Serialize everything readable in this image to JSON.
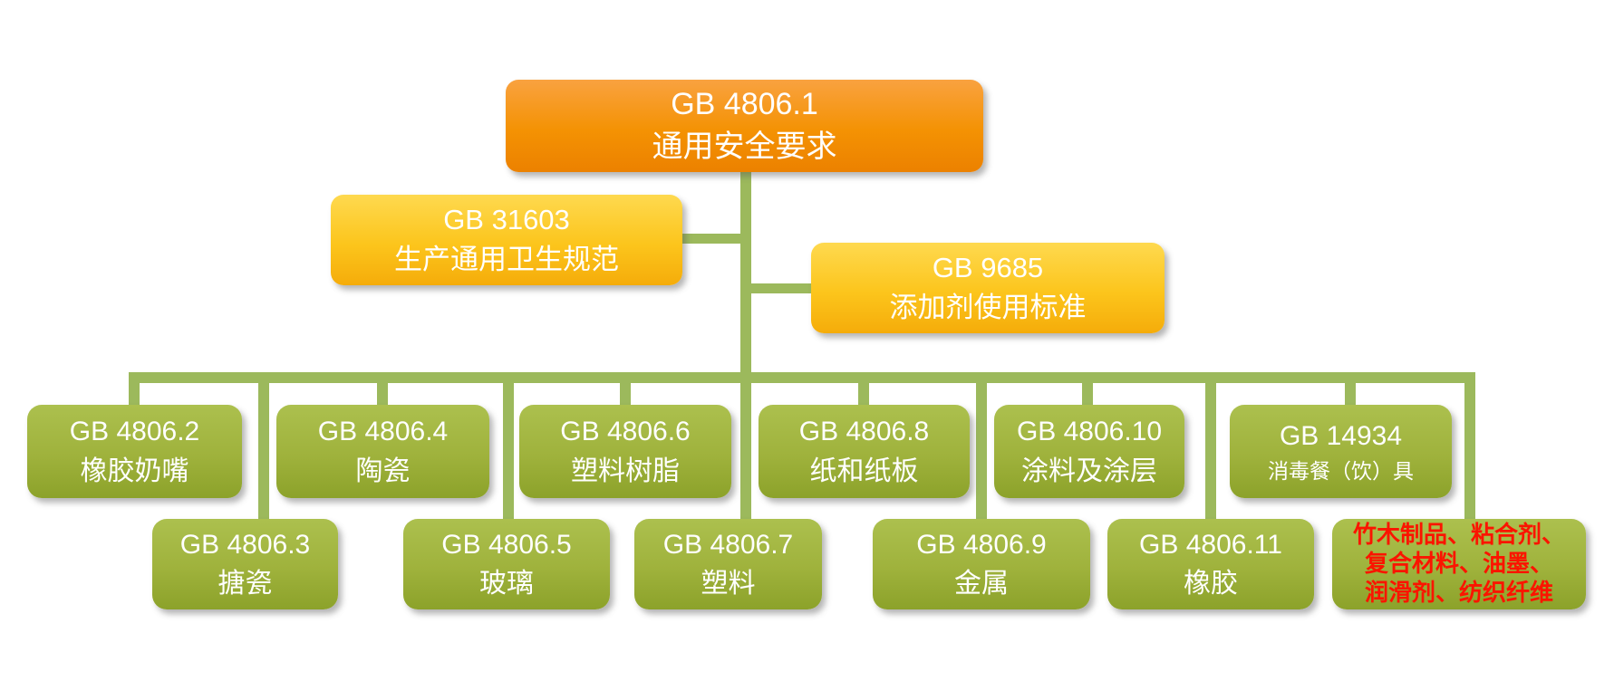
{
  "root": {
    "code": "GB 4806.1",
    "name": "通用安全要求"
  },
  "side_nodes": [
    {
      "code": "GB 31603",
      "name": "生产通用卫生规范"
    },
    {
      "code": "GB 9685",
      "name": "添加剂使用标准"
    }
  ],
  "row1": [
    {
      "code": "GB 4806.2",
      "name": "橡胶奶嘴"
    },
    {
      "code": "GB 4806.4",
      "name": "陶瓷"
    },
    {
      "code": "GB 4806.6",
      "name": "塑料树脂"
    },
    {
      "code": "GB 4806.8",
      "name": "纸和纸板"
    },
    {
      "code": "GB 4806.10",
      "name": "涂料及涂层"
    },
    {
      "code": "GB 14934",
      "name": "消毒餐（饮）具"
    }
  ],
  "row2": [
    {
      "code": "GB 4806.3",
      "name": "搪瓷"
    },
    {
      "code": "GB 4806.5",
      "name": "玻璃"
    },
    {
      "code": "GB 4806.7",
      "name": "塑料"
    },
    {
      "code": "GB 4806.9",
      "name": "金属"
    },
    {
      "code": "GB 4806.11",
      "name": "橡胶"
    }
  ],
  "other_materials": {
    "lines": [
      "竹木制品、粘合剂、",
      "复合材料、油墨、",
      "润滑剂、纺织纤维"
    ]
  },
  "colors": {
    "root_orange": "#EC8100",
    "sub_yellow": "#F5AC0A",
    "node_green": "#9FB23C",
    "connector_green": "#9CB95C",
    "alert_red": "#FB1400"
  }
}
